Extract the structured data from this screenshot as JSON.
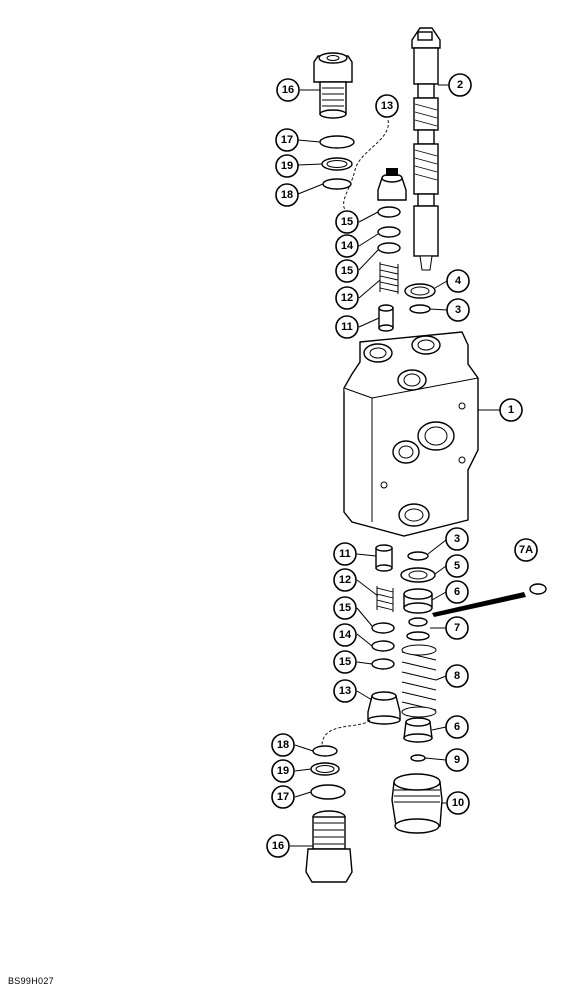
{
  "figure_code": "BS99H027",
  "callouts": [
    {
      "id": "c16a",
      "label": "16"
    },
    {
      "id": "c2",
      "label": "2"
    },
    {
      "id": "c13a",
      "label": "13"
    },
    {
      "id": "c17a",
      "label": "17"
    },
    {
      "id": "c19a",
      "label": "19"
    },
    {
      "id": "c18a",
      "label": "18"
    },
    {
      "id": "c15a",
      "label": "15"
    },
    {
      "id": "c14a",
      "label": "14"
    },
    {
      "id": "c15b",
      "label": "15"
    },
    {
      "id": "c12a",
      "label": "12"
    },
    {
      "id": "c4",
      "label": "4"
    },
    {
      "id": "c3a",
      "label": "3"
    },
    {
      "id": "c11a",
      "label": "11"
    },
    {
      "id": "c1",
      "label": "1"
    },
    {
      "id": "c3b",
      "label": "3"
    },
    {
      "id": "c7A",
      "label": "7A"
    },
    {
      "id": "c11b",
      "label": "11"
    },
    {
      "id": "c5",
      "label": "5"
    },
    {
      "id": "c6a",
      "label": "6"
    },
    {
      "id": "c12b",
      "label": "12"
    },
    {
      "id": "c15c",
      "label": "15"
    },
    {
      "id": "c7",
      "label": "7"
    },
    {
      "id": "c14b",
      "label": "14"
    },
    {
      "id": "c15d",
      "label": "15"
    },
    {
      "id": "c8",
      "label": "8"
    },
    {
      "id": "c13b",
      "label": "13"
    },
    {
      "id": "c6b",
      "label": "6"
    },
    {
      "id": "c18b",
      "label": "18"
    },
    {
      "id": "c9",
      "label": "9"
    },
    {
      "id": "c19b",
      "label": "19"
    },
    {
      "id": "c17b",
      "label": "17"
    },
    {
      "id": "c10",
      "label": "10"
    },
    {
      "id": "c16b",
      "label": "16"
    }
  ]
}
